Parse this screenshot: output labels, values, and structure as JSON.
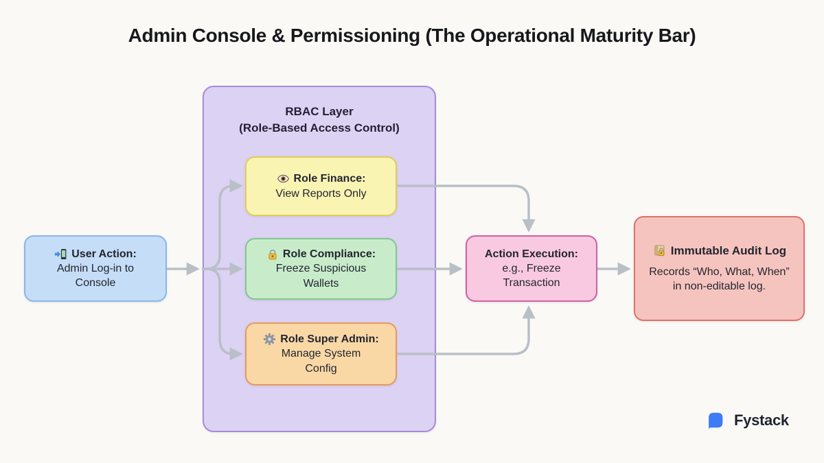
{
  "title": "Admin Console & Permissioning (The Operational Maturity Bar)",
  "colors": {
    "bg": "#faf9f6",
    "title-color": "#17181c",
    "text": "#23252e",
    "arrow": "#b9bfc7",
    "brand": "#3d7bf7"
  },
  "nodes": {
    "user_action": {
      "icon": "phone-arrow-icon",
      "title": "User Action:",
      "body": "Admin Log-in to Console",
      "fill": "#c5ddf6",
      "border": "#88b7e8"
    },
    "rbac": {
      "title": "RBAC Layer",
      "subtitle": "(Role-Based Access Control)",
      "fill": "#dcd2f4",
      "border": "#a78bd6"
    },
    "role_finance": {
      "icon": "eye-icon",
      "title": "Role Finance:",
      "body": "View Reports Only",
      "fill": "#faf4b3",
      "border": "#e3cd55"
    },
    "role_compliance": {
      "icon": "padlock-icon",
      "title": "Role Compliance:",
      "body": "Freeze Suspicious Wallets",
      "fill": "#c8ecca",
      "border": "#80c88e"
    },
    "role_super_admin": {
      "icon": "gear-icon",
      "title": "Role Super Admin:",
      "body": "Manage System Config",
      "fill": "#fad8a6",
      "border": "#e69a5c"
    },
    "action_execution": {
      "title": "Action Execution:",
      "body": "e.g., Freeze Transaction",
      "fill": "#f8c9e0",
      "border": "#d060a5"
    },
    "audit_log": {
      "icon": "scroll-lock-icon",
      "title": "Immutable Audit Log",
      "body": "Records “Who, What, When” in non-editable log.",
      "fill": "#f6c4bf",
      "border": "#dd716a"
    }
  },
  "logo": {
    "icon": "fystack-bubble-icon",
    "label": "Fystack"
  }
}
